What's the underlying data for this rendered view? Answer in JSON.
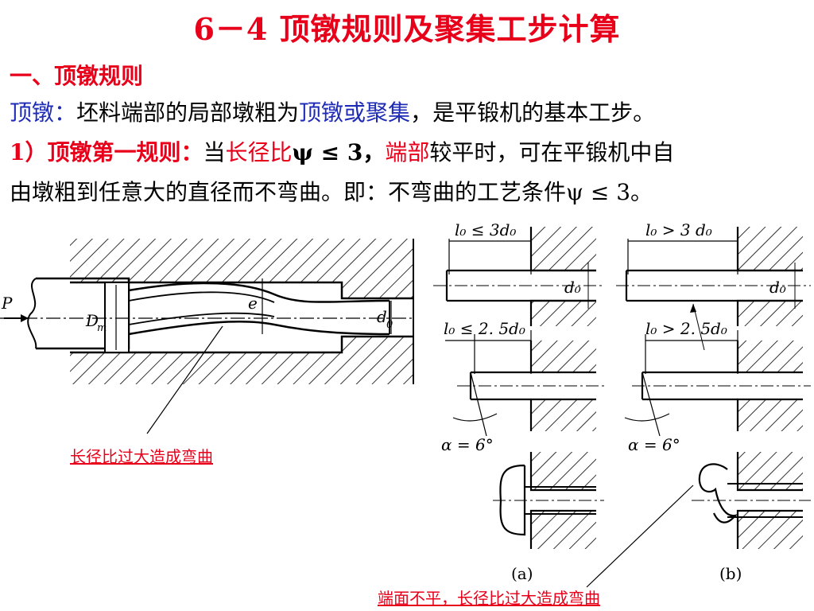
{
  "title": "6－4  顶镦规则及聚集工步计算",
  "section_heading": "一、顶镦规则",
  "definition": {
    "term": "顶镦：",
    "text1": "坯料端部的局部墩粗为",
    "highlight": "顶镦或聚集",
    "sep": "，",
    "text2": "是平锻机的基本工步。"
  },
  "rule1": {
    "label": "1）顶镦第一规则：",
    "t1": "当",
    "h1": "长径比",
    "t2": "ψ ≤ 3，",
    "h2": "端部",
    "t3": "较平时，可在平锻机中自",
    "line2": "由墩粗到任意大的直径而不弯曲。即：不弯曲的工艺条件ψ ≤ 3。"
  },
  "diagram": {
    "left_labels": {
      "force": "P",
      "die_diameter": "D",
      "die_sub": "m",
      "eccentricity": "e",
      "bar_d": "d",
      "bar_sub": "0"
    },
    "right_labels": {
      "a_top": "l₀ ≤ 3d₀",
      "b_top": "l₀ > 3 d₀",
      "d0": "d₀",
      "a_mid": "l₀ ≤ 2. 5d₀",
      "b_mid": "l₀ > 2. 5d₀",
      "alpha": "α = 6°",
      "panel_a": "(a)",
      "panel_b": "(b)"
    },
    "caption_left": "长径比过大造成弯曲",
    "caption_right": "端面不平，长径比过大造成弯曲"
  }
}
